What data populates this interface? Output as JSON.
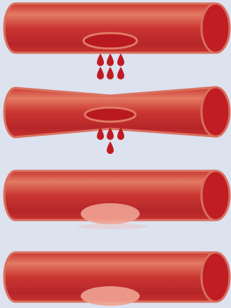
{
  "diagram": {
    "steps": [
      {
        "stage": "vessel-injury",
        "state": "bleeding",
        "drops": 6
      },
      {
        "stage": "vasoconstriction",
        "state": "reduced-bleeding",
        "drops": 4
      },
      {
        "stage": "clot-formation",
        "state": "sealed",
        "drops": 0
      },
      {
        "stage": "healed",
        "state": "sealed",
        "drops": 0
      }
    ],
    "colors": {
      "background": "#dde2ef",
      "vessel_light": "#e2775f",
      "vessel_mid": "#c8302b",
      "vessel_dark": "#b31f23",
      "vessel_outline": "#d86f5d",
      "vessel_end": "#c01e24",
      "blood": "#c01b22",
      "wound": "#b81a20",
      "scab": "#f0a292"
    }
  }
}
